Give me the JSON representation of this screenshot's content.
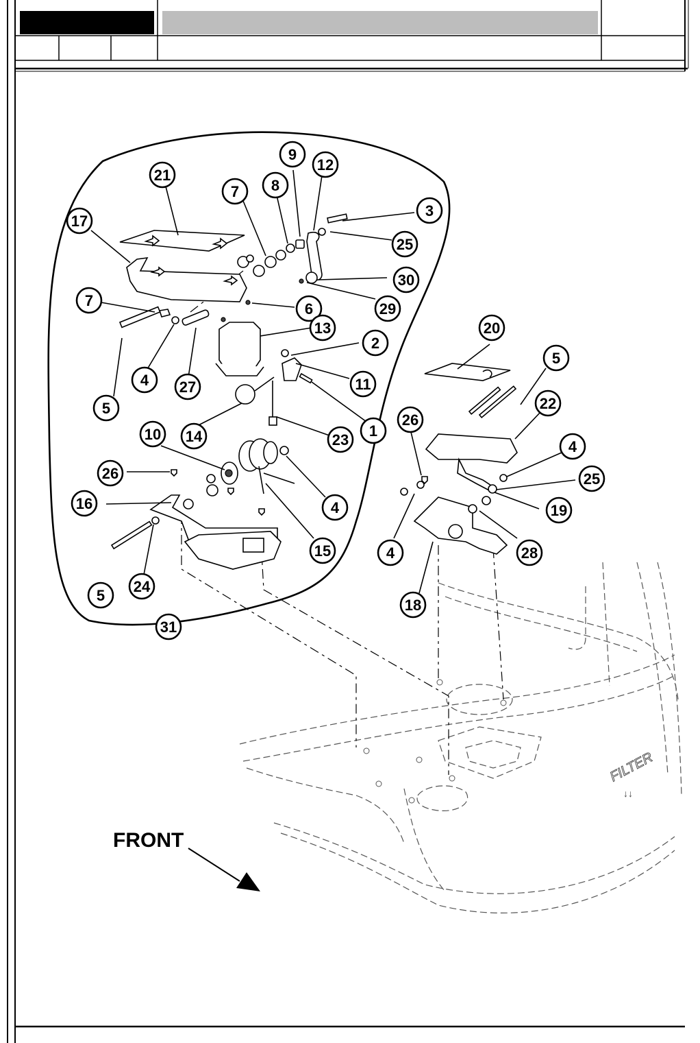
{
  "diagram": {
    "front_label": "FRONT",
    "filter_label": "FILTER",
    "callouts": [
      {
        "id": "c1",
        "number": "1"
      },
      {
        "id": "c2",
        "number": "2"
      },
      {
        "id": "c3",
        "number": "3"
      },
      {
        "id": "c4a",
        "number": "4"
      },
      {
        "id": "c4b",
        "number": "4"
      },
      {
        "id": "c4c",
        "number": "4"
      },
      {
        "id": "c4d",
        "number": "4"
      },
      {
        "id": "c5a",
        "number": "5"
      },
      {
        "id": "c5b",
        "number": "5"
      },
      {
        "id": "c5c",
        "number": "5"
      },
      {
        "id": "c6",
        "number": "6"
      },
      {
        "id": "c7a",
        "number": "7"
      },
      {
        "id": "c7b",
        "number": "7"
      },
      {
        "id": "c8",
        "number": "8"
      },
      {
        "id": "c9",
        "number": "9"
      },
      {
        "id": "c10",
        "number": "10"
      },
      {
        "id": "c11",
        "number": "11"
      },
      {
        "id": "c12",
        "number": "12"
      },
      {
        "id": "c13",
        "number": "13"
      },
      {
        "id": "c14",
        "number": "14"
      },
      {
        "id": "c15",
        "number": "15"
      },
      {
        "id": "c16",
        "number": "16"
      },
      {
        "id": "c17",
        "number": "17"
      },
      {
        "id": "c18",
        "number": "18"
      },
      {
        "id": "c19",
        "number": "19"
      },
      {
        "id": "c20",
        "number": "20"
      },
      {
        "id": "c21",
        "number": "21"
      },
      {
        "id": "c22",
        "number": "22"
      },
      {
        "id": "c23",
        "number": "23"
      },
      {
        "id": "c24",
        "number": "24"
      },
      {
        "id": "c25a",
        "number": "25"
      },
      {
        "id": "c25b",
        "number": "25"
      },
      {
        "id": "c26a",
        "number": "26"
      },
      {
        "id": "c26b",
        "number": "26"
      },
      {
        "id": "c27",
        "number": "27"
      },
      {
        "id": "c28",
        "number": "28"
      },
      {
        "id": "c29",
        "number": "29"
      },
      {
        "id": "c30",
        "number": "30"
      },
      {
        "id": "c31",
        "number": "31"
      }
    ]
  }
}
